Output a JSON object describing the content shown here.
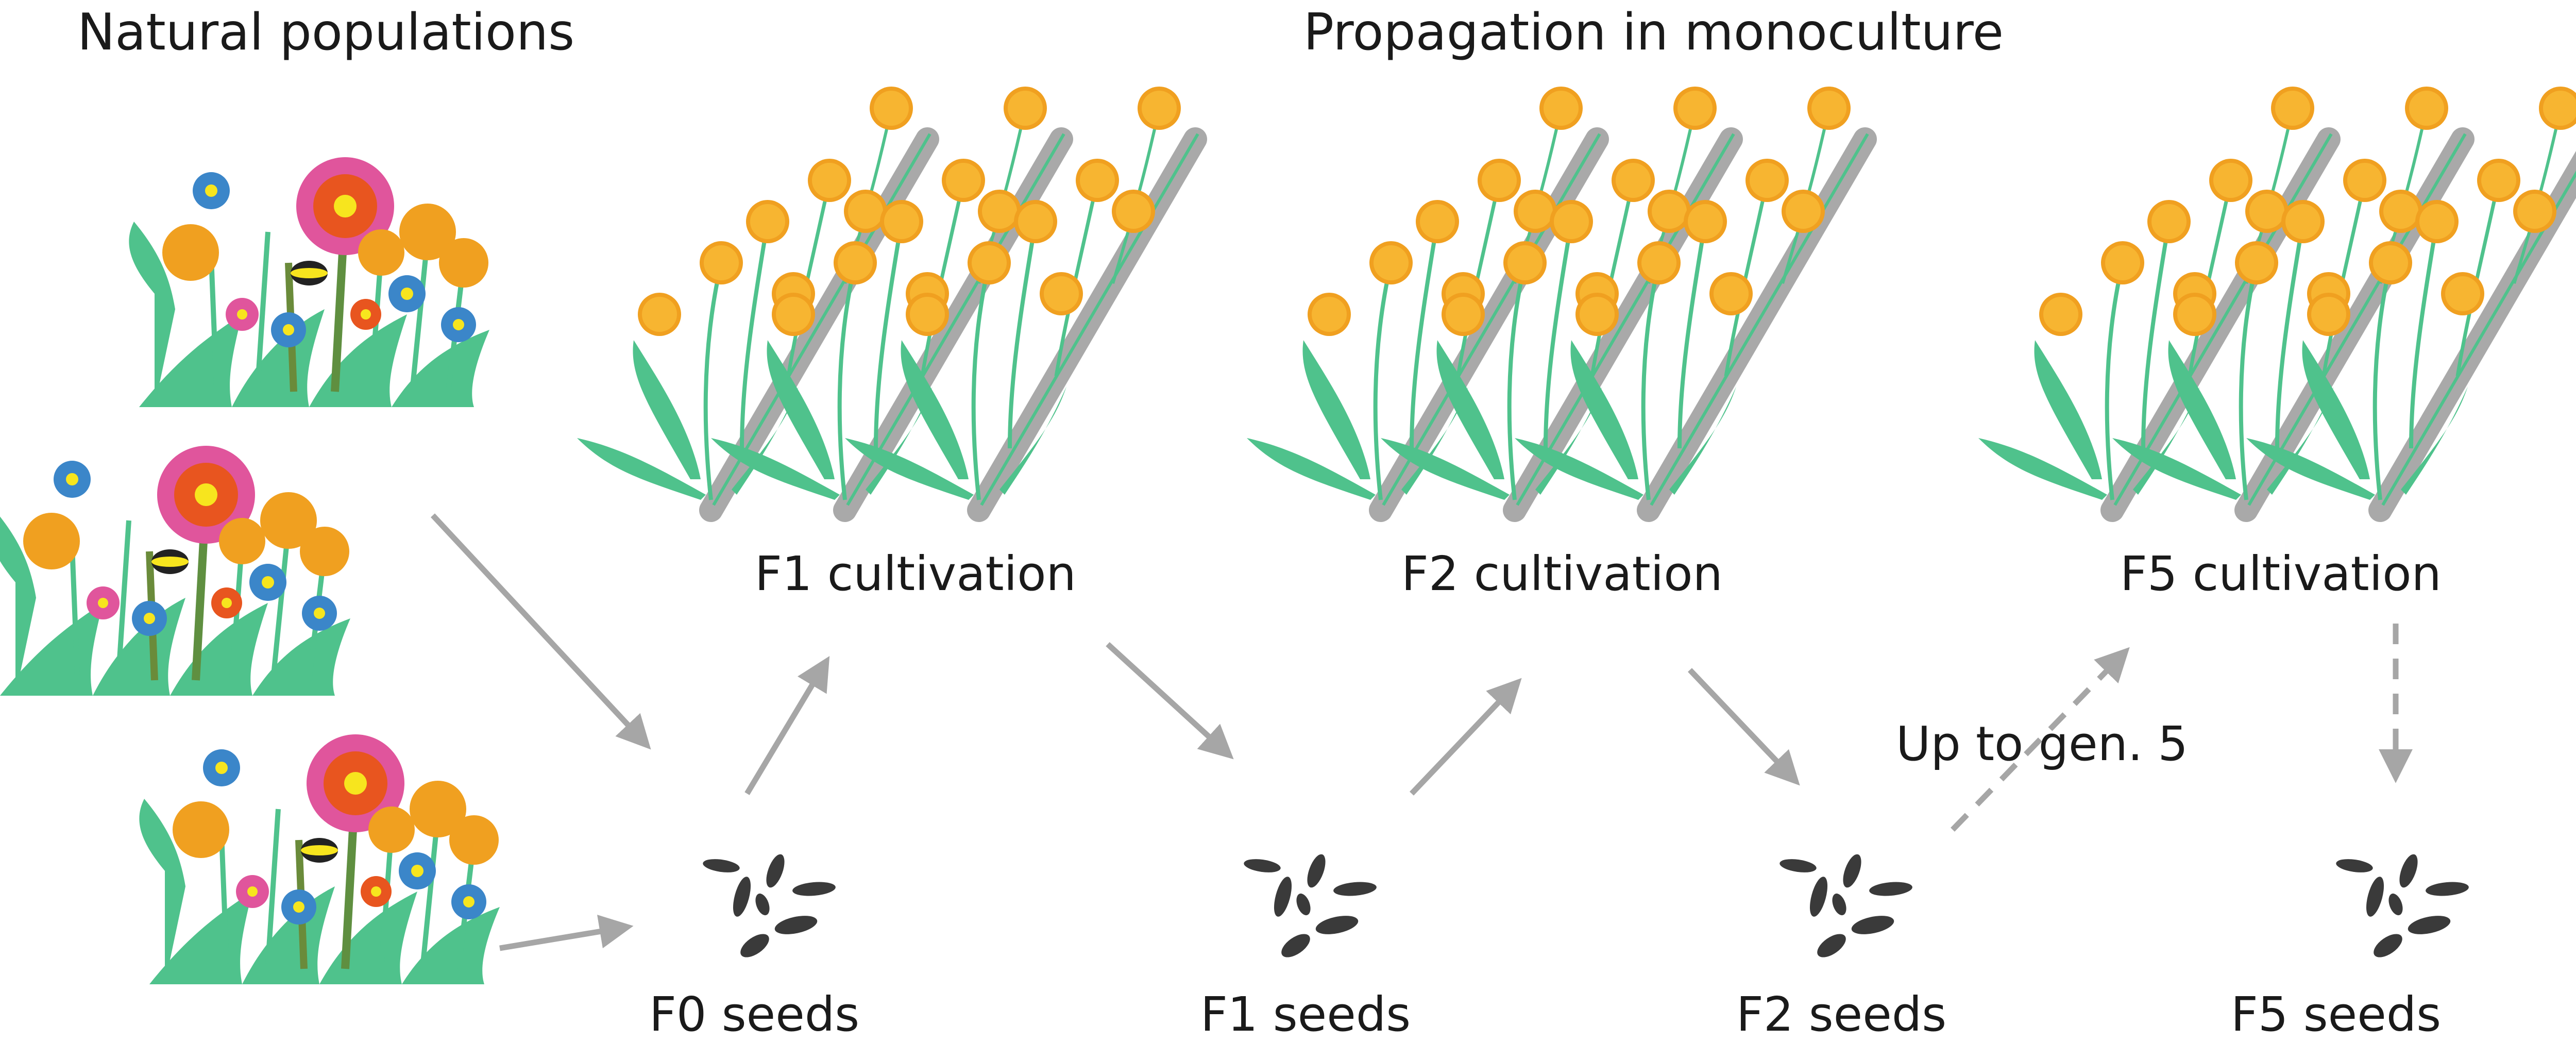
{
  "titles": {
    "natural": "Natural populations",
    "monoculture": "Propagation in monoculture"
  },
  "labels": {
    "f1_cultivation": "F1 cultivation",
    "f2_cultivation": "F2 cultivation",
    "f5_cultivation": "F5 cultivation",
    "f0_seeds": "F0 seeds",
    "f1_seeds": "F1 seeds",
    "f2_seeds": "F2 seeds",
    "f5_seeds": "F5 seeds",
    "up_to_gen": "Up to gen. 5"
  },
  "colors": {
    "arrow": "#a6a6a6",
    "seed": "#3a3a3a",
    "dandelion": "#f0a020",
    "leaf": "#4fc28c",
    "stem_gray": "#a9a9a9",
    "pink_flower": "#e0559c",
    "blue_flower": "#3b86c9",
    "red_flower": "#e8551f"
  },
  "icons": {
    "meadow": "wildflower-meadow-icon",
    "monoculture": "dandelion-rows-icon",
    "seeds": "seed-cluster-icon"
  }
}
